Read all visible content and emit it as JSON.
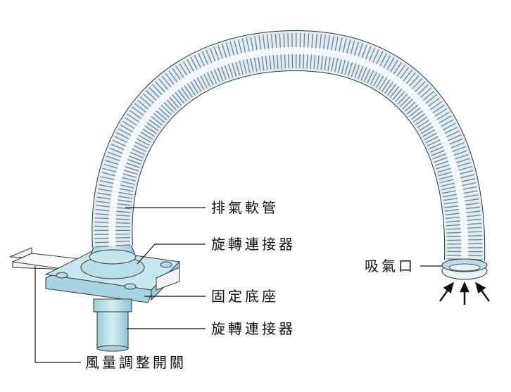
{
  "labels": {
    "exhaust_hose": "排氣軟管",
    "swivel_connector_top": "旋轉連接器",
    "fixed_base": "固定底座",
    "swivel_connector_bottom": "旋轉連接器",
    "intake": "吸氣口",
    "airflow_switch": "風量調整開關"
  },
  "colors": {
    "hose": "#dbe9f0",
    "part": "#b9dde9",
    "line": "#111111"
  }
}
